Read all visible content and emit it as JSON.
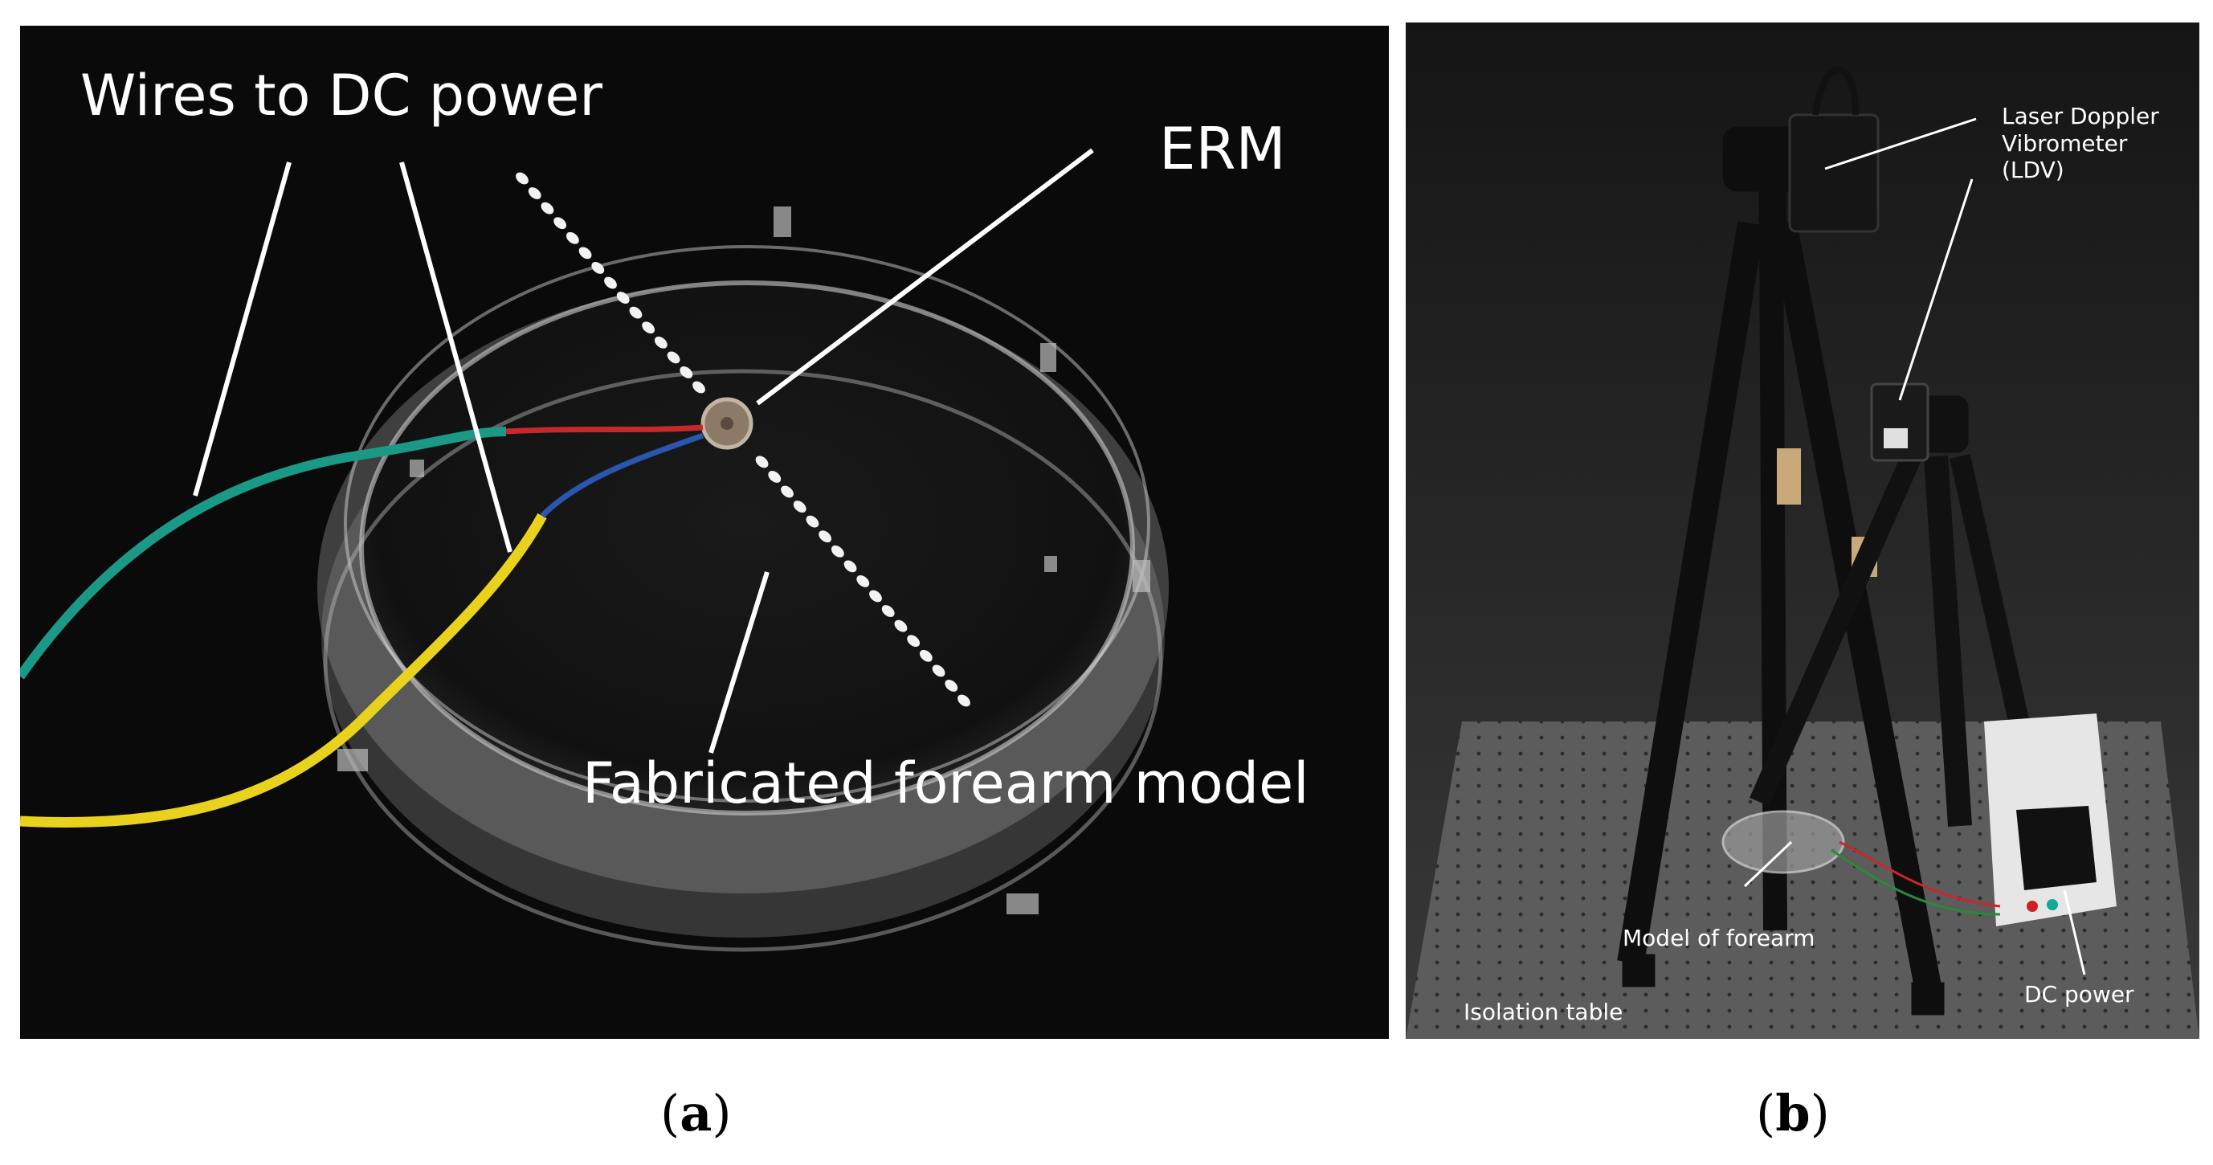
{
  "panels": {
    "a": {
      "caption_letter": "a",
      "labels": {
        "wires": "Wires to DC power",
        "erm": "ERM",
        "forearm_model": "Fabricated forearm model"
      }
    },
    "b": {
      "caption_letter": "b",
      "labels": {
        "ldv_line1": "Laser Doppler",
        "ldv_line2": "Vibrometer",
        "ldv_line3": "(LDV)",
        "model": "Model of forearm",
        "dc_power": "DC power",
        "isolation_table": "Isolation table"
      }
    }
  },
  "colors": {
    "wire_green": "#1a9a86",
    "wire_yellow": "#e8d21e",
    "wire_red": "#c8282a",
    "wire_blue": "#2a56b0"
  }
}
